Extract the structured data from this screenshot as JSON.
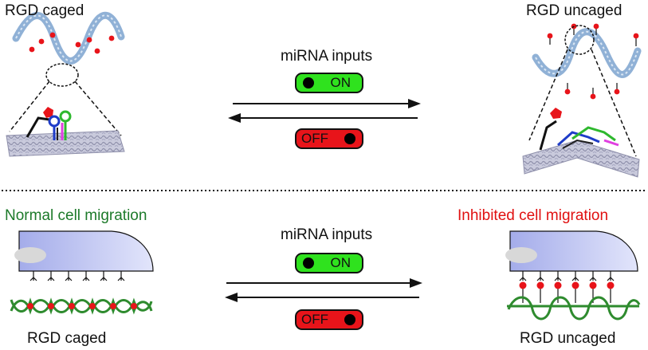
{
  "top": {
    "left_label": "RGD caged",
    "right_label": "RGD uncaged",
    "center_label": "miRNA inputs",
    "on_label": "ON",
    "off_label": "OFF"
  },
  "bottom": {
    "left_label": "Normal cell migration",
    "right_label": "Inhibited cell migration",
    "center_label": "miRNA inputs",
    "on_label": "ON",
    "off_label": "OFF",
    "left_caption": "RGD caged",
    "right_caption": "RGD uncaged"
  },
  "colors": {
    "on_switch": "#2fe21e",
    "off_switch": "#e8141a",
    "normal_text": "#1d7a2a",
    "inhibited_text": "#e01010",
    "rgd_marker": "#e8141a",
    "helix": "#9db9d9",
    "cell": "#b7bff0",
    "surface": "#c8c8dc"
  }
}
